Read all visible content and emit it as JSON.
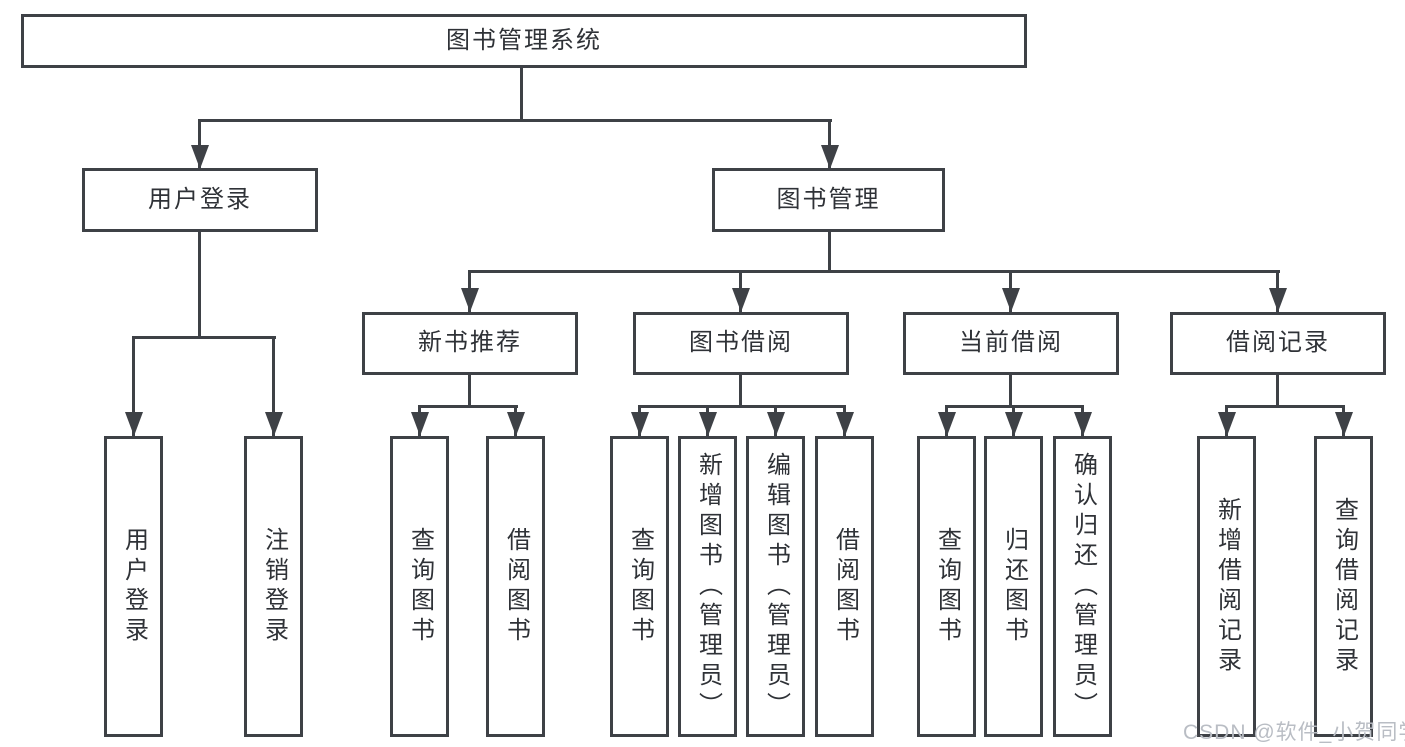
{
  "diagram": {
    "type": "tree",
    "root": {
      "label": "图书管理系统"
    },
    "level2": [
      {
        "id": "user-login",
        "parent": "图书管理系统",
        "label": "用户登录"
      },
      {
        "id": "book-management",
        "parent": "图书管理系统",
        "label": "图书管理"
      }
    ],
    "level3": [
      {
        "id": "new-book-recommendation",
        "parent": "图书管理",
        "label": "新书推荐"
      },
      {
        "id": "book-borrowing",
        "parent": "图书管理",
        "label": "图书借阅"
      },
      {
        "id": "current-borrowing",
        "parent": "图书管理",
        "label": "当前借阅"
      },
      {
        "id": "borrowing-records",
        "parent": "图书管理",
        "label": "借阅记录"
      }
    ],
    "leaves": [
      {
        "parent": "用户登录",
        "label": "用户登录"
      },
      {
        "parent": "用户登录",
        "label": "注销登录"
      },
      {
        "parent": "新书推荐",
        "label": "查询图书"
      },
      {
        "parent": "新书推荐",
        "label": "借阅图书"
      },
      {
        "parent": "图书借阅",
        "label": "查询图书"
      },
      {
        "parent": "图书借阅",
        "label": "新增图书（管理员）"
      },
      {
        "parent": "图书借阅",
        "label": "编辑图书（管理员）"
      },
      {
        "parent": "图书借阅",
        "label": "借阅图书"
      },
      {
        "parent": "当前借阅",
        "label": "查询图书"
      },
      {
        "parent": "当前借阅",
        "label": "归还图书"
      },
      {
        "parent": "当前借阅",
        "label": "确认归还（管理员）"
      },
      {
        "parent": "借阅记录",
        "label": "新增借阅记录"
      },
      {
        "parent": "借阅记录",
        "label": "查询借阅记录"
      }
    ],
    "watermark": "CSDN @软件_小贺同学",
    "colors": {
      "line": "#3e4146",
      "text": "#2f3237",
      "watermark": "#b9bdc4",
      "background": "#ffffff"
    }
  }
}
